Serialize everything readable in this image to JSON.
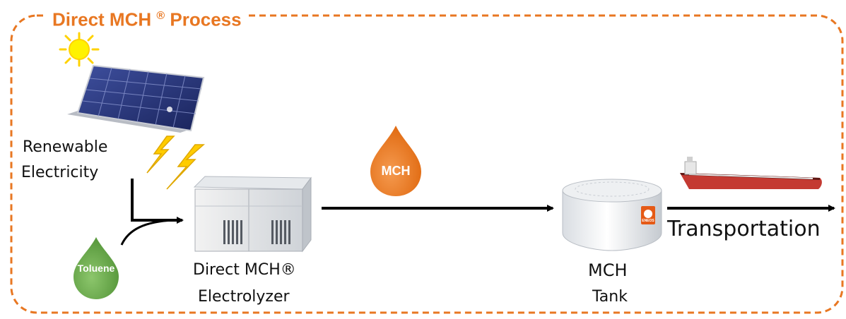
{
  "title": {
    "prefix": "Direct MCH",
    "mark": "®",
    "suffix": "Process"
  },
  "labels": {
    "renewable_line1": "Renewable",
    "renewable_line2": "Electricity",
    "toluene": "Toluene",
    "mch_drop": "MCH",
    "electrolyzer_line1": "Direct MCH®",
    "electrolyzer_line2": "Electrolyzer",
    "tank_line1": "MCH",
    "tank_line2": "Tank",
    "transportation": "Transportation",
    "tank_logo": "ENEOS"
  },
  "colors": {
    "frame": "#e87722",
    "title": "#e87722",
    "mch_drop": "#e87722",
    "toluene_drop": "#6aa84f",
    "arrow": "#000000",
    "lightning": "#ffcc00",
    "sun": "#ffe600"
  },
  "icons": [
    "sun-icon",
    "solar-panel-icon",
    "lightning-icon",
    "electrolyzer-icon",
    "tank-icon",
    "ship-icon",
    "drop-icon"
  ]
}
